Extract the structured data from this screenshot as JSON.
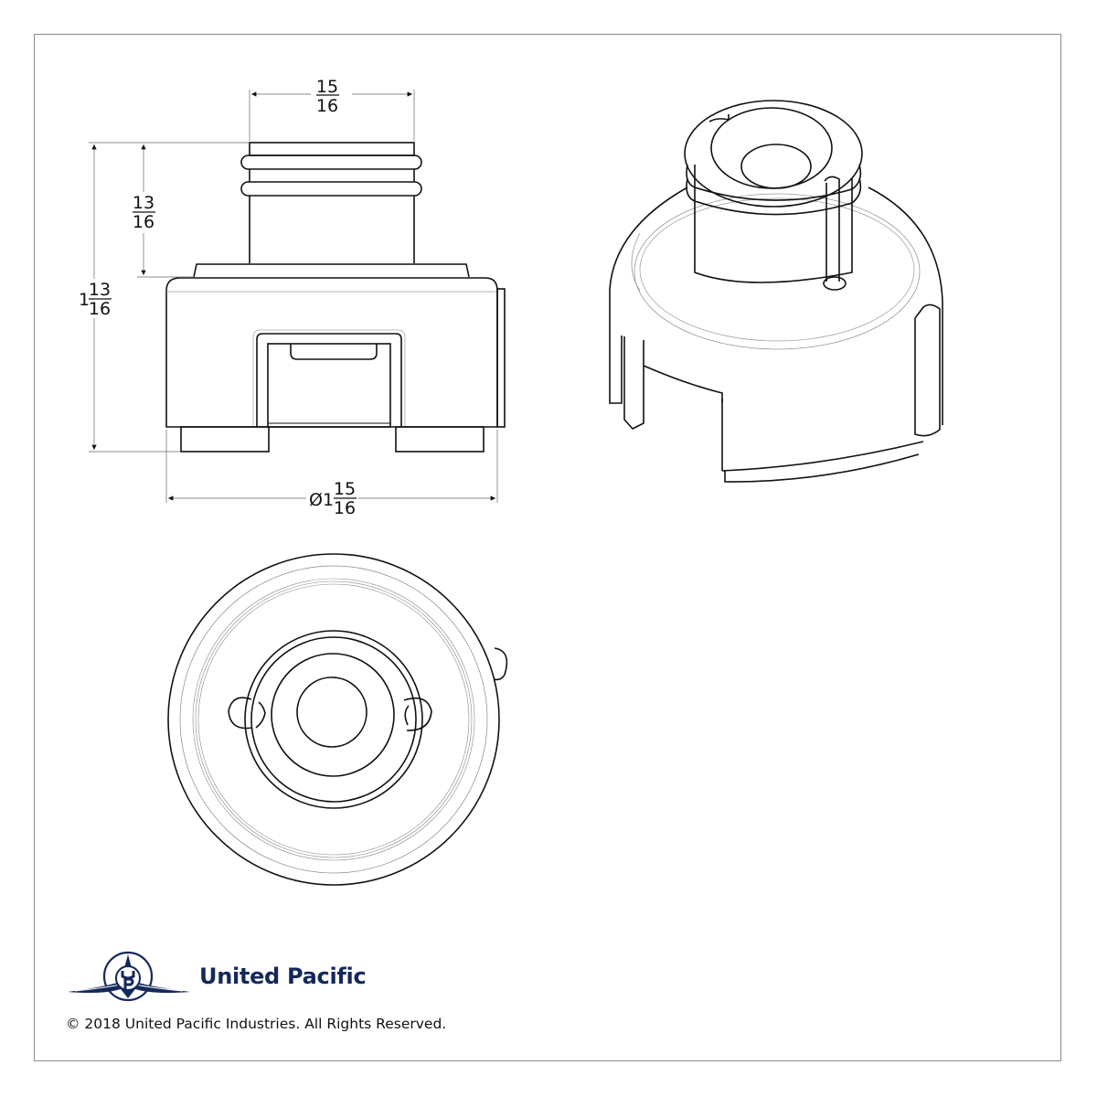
{
  "drawing": {
    "views": [
      "side-view",
      "isometric-view",
      "top-view"
    ],
    "dimensions": {
      "neck_width": {
        "whole": "",
        "num": "15",
        "den": "16"
      },
      "neck_height": {
        "whole": "",
        "num": "13",
        "den": "16"
      },
      "overall_height": {
        "whole": "1",
        "num": "13",
        "den": "16"
      },
      "diameter": {
        "prefix": "Ø1",
        "num": "15",
        "den": "16"
      }
    },
    "line_color": "#111111",
    "dim_line_color": "#888888",
    "frame_color": "#8a8a8a"
  },
  "footer": {
    "brand_name": "United Pacific",
    "brand_color": "#14285a",
    "logo_icon": "united-pacific-logo-icon",
    "copyright": "© 2018 United Pacific Industries. All Rights Reserved."
  }
}
